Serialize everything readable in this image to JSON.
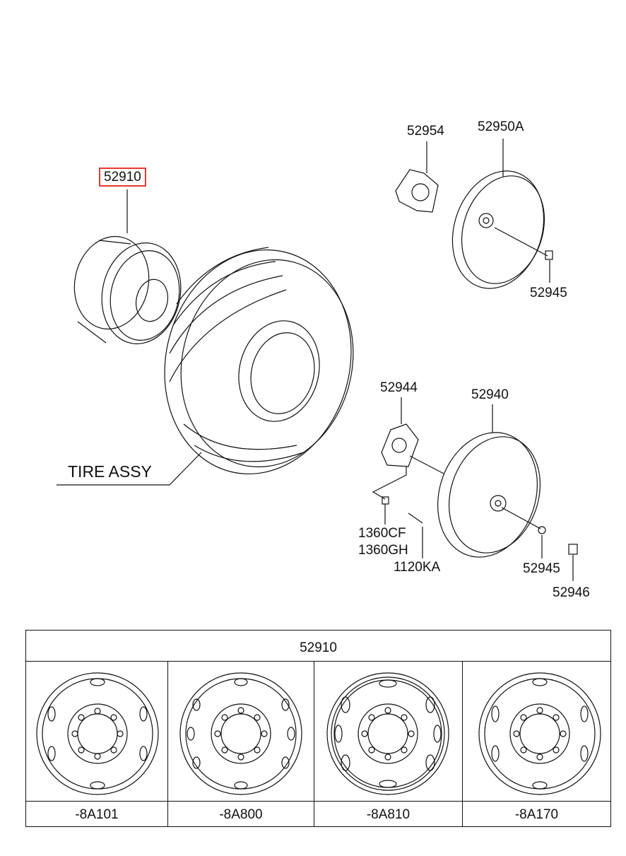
{
  "callouts": {
    "rim": "52910",
    "tire": "TIRE ASSY",
    "clip_upper": "52954",
    "cover_upper": "52950A",
    "nut_upper": "52945",
    "bracket": "52944",
    "cover_lower": "52940",
    "fastener_a": "1360CF",
    "fastener_b": "1360GH",
    "bolt": "1120KA",
    "nut_lower": "52945",
    "lug_nut": "52946"
  },
  "table": {
    "header": "52910",
    "variants": [
      {
        "code": "-8A101",
        "icon": "steel-wheel-icon"
      },
      {
        "code": "-8A800",
        "icon": "steel-wheel-icon"
      },
      {
        "code": "-8A810",
        "icon": "steel-wheel-icon"
      },
      {
        "code": "-8A170",
        "icon": "steel-wheel-icon"
      }
    ]
  },
  "colors": {
    "highlight": "#e53935",
    "line": "#111111"
  }
}
